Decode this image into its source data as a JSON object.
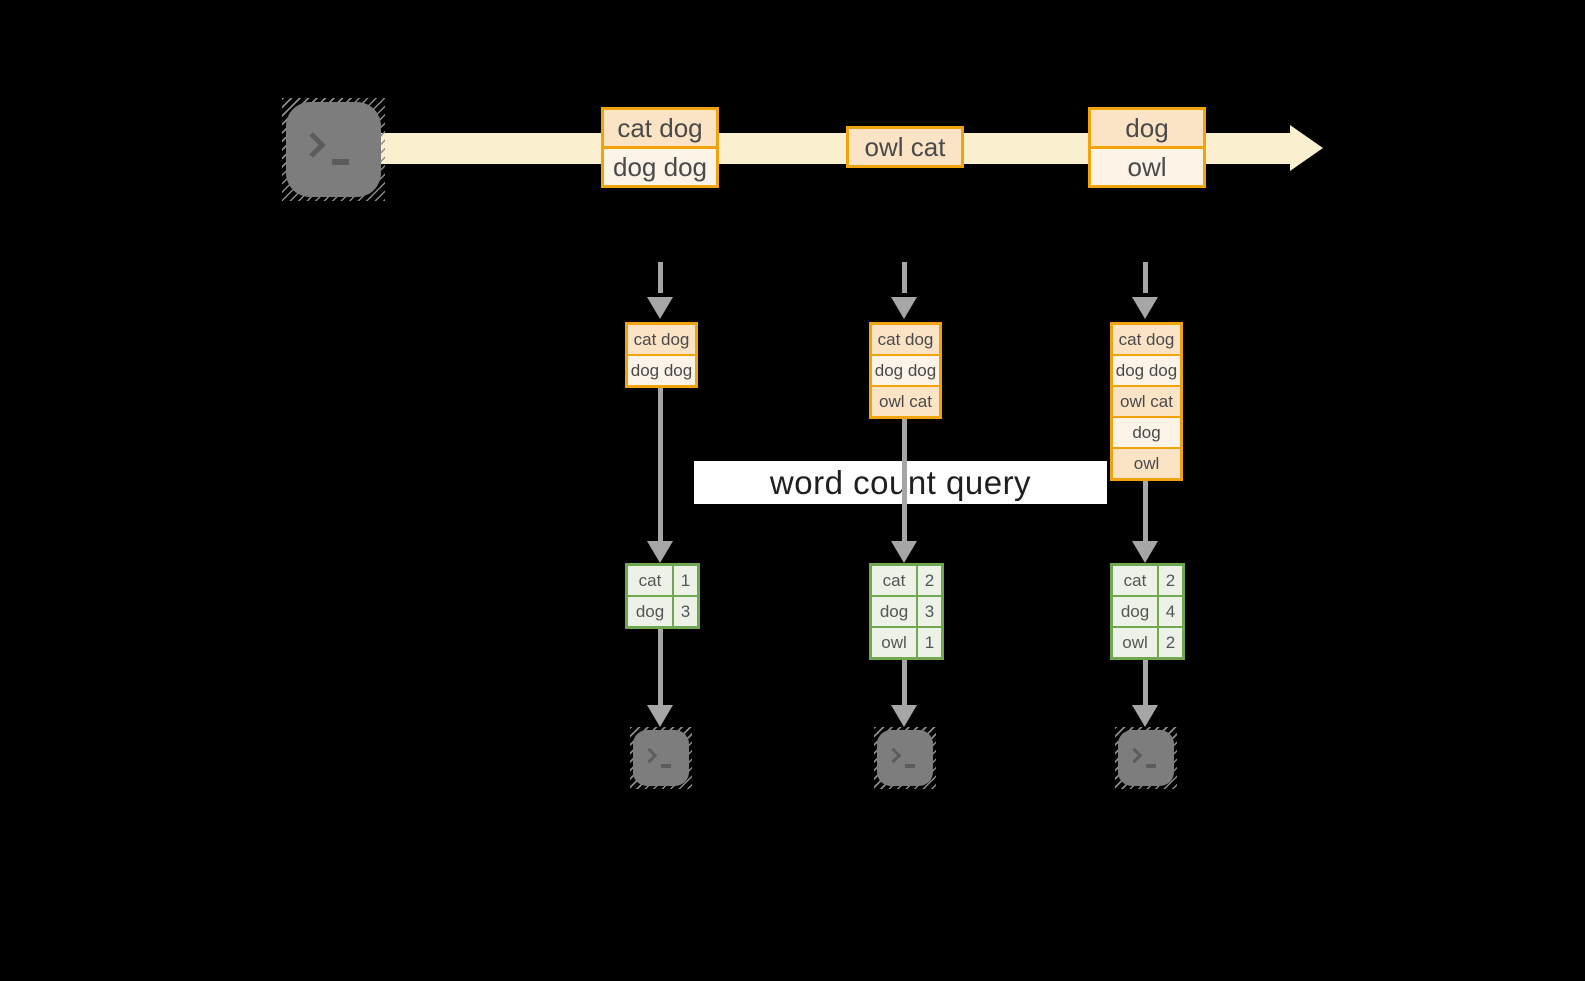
{
  "diagram": {
    "query_label": "word count query",
    "source_terminal": {
      "icon": "terminal-icon"
    },
    "stream_events": [
      {
        "lines": [
          "cat dog",
          "dog dog"
        ]
      },
      {
        "lines": [
          "owl cat"
        ]
      },
      {
        "lines": [
          "dog",
          "owl"
        ]
      }
    ],
    "windows": [
      {
        "rows": [
          "cat dog",
          "dog dog"
        ]
      },
      {
        "rows": [
          "cat dog",
          "dog dog",
          "owl cat"
        ]
      },
      {
        "rows": [
          "cat dog",
          "dog dog",
          "owl cat",
          "dog",
          "owl"
        ]
      }
    ],
    "counts": [
      {
        "rows": [
          {
            "word": "cat",
            "count": "1"
          },
          {
            "word": "dog",
            "count": "3"
          }
        ]
      },
      {
        "rows": [
          {
            "word": "cat",
            "count": "2"
          },
          {
            "word": "dog",
            "count": "3"
          },
          {
            "word": "owl",
            "count": "1"
          }
        ]
      },
      {
        "rows": [
          {
            "word": "cat",
            "count": "2"
          },
          {
            "word": "dog",
            "count": "4"
          },
          {
            "word": "owl",
            "count": "2"
          }
        ]
      }
    ],
    "output_terminals": [
      {
        "icon": "terminal-icon"
      },
      {
        "icon": "terminal-icon"
      },
      {
        "icon": "terminal-icon"
      }
    ],
    "colors": {
      "background": "#000000",
      "stream_band": "#FAF0CF",
      "box_stroke": "#F0A30A",
      "box_fill_dark": "#FBE3C6",
      "box_fill_light": "#FDF3E6",
      "table_stroke": "#6FA84F",
      "table_fill": "#EDF2E9",
      "arrow_gray": "#A6A6A6",
      "label_bg": "#FFFFFF"
    }
  }
}
